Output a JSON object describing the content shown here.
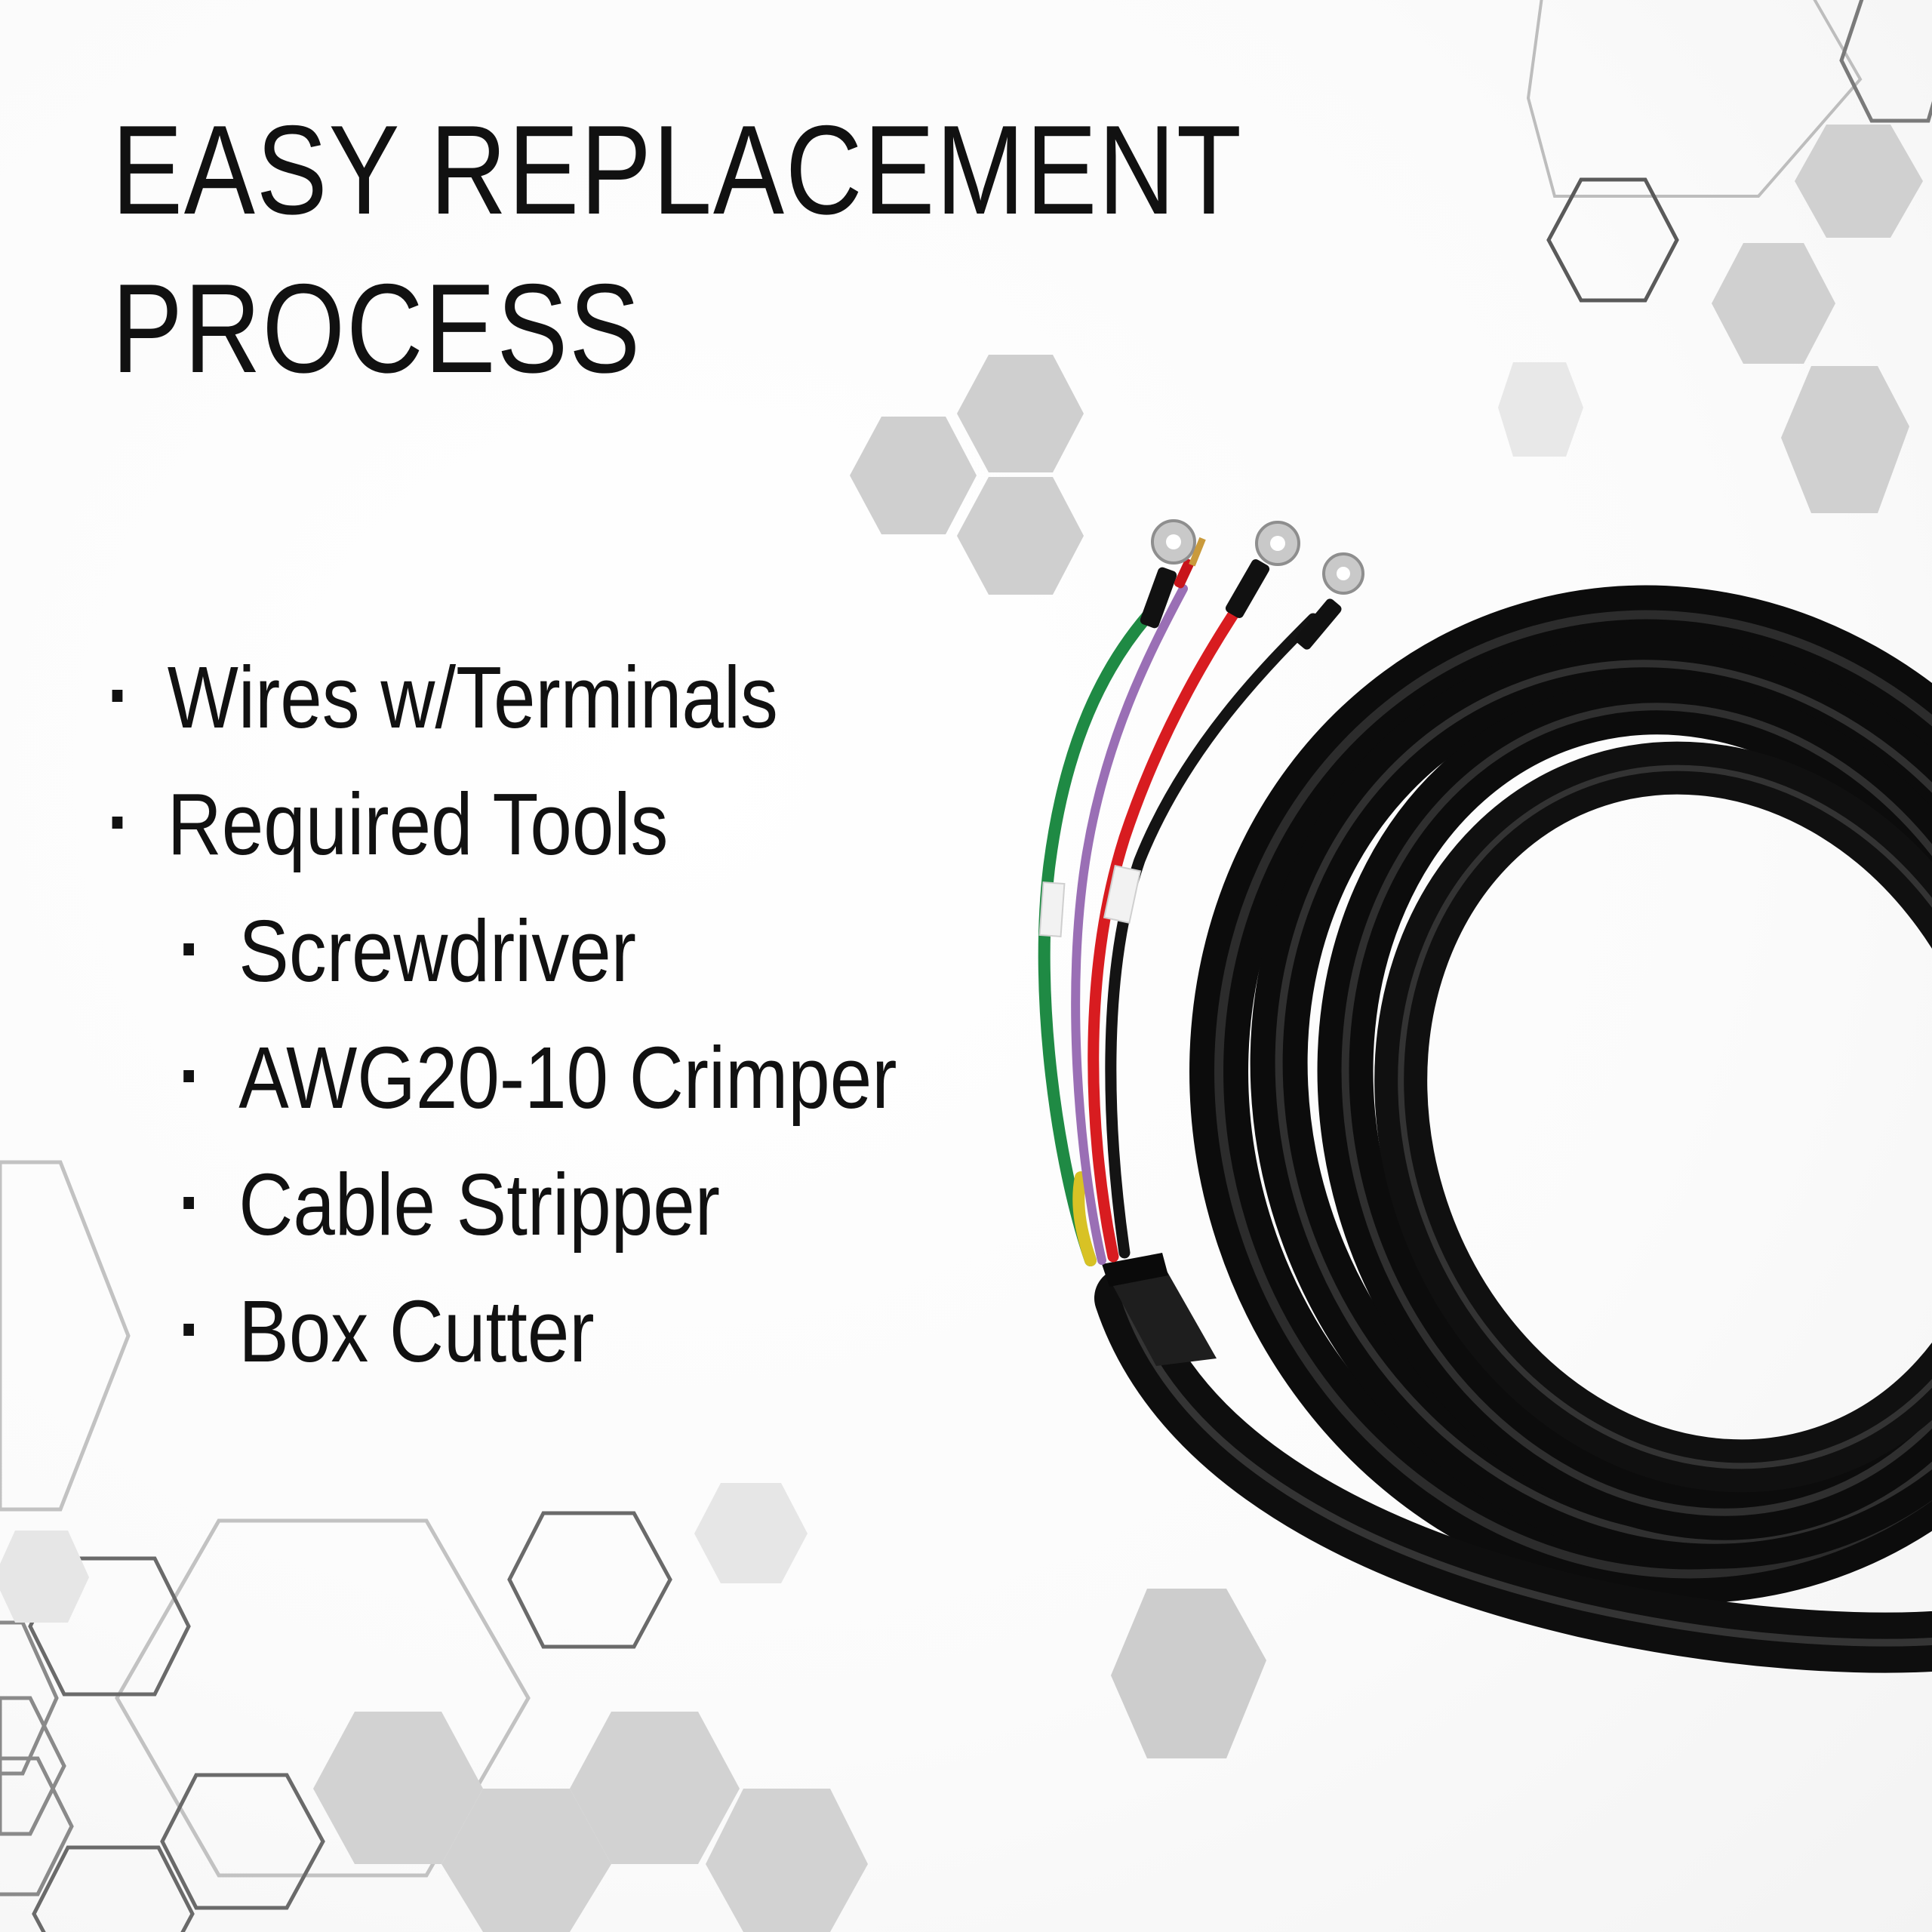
{
  "title": {
    "line1": "EASY REPLACEMENT",
    "line2": "PROCESS"
  },
  "bullets": [
    {
      "text": "Wires w/Terminals",
      "level": 1
    },
    {
      "text": "Required Tools",
      "level": 1
    },
    {
      "text": "Screwdriver",
      "level": 2
    },
    {
      "text": "AWG20-10 Crimper",
      "level": 2
    },
    {
      "text": "Cable Stripper",
      "level": 2
    },
    {
      "text": "Box Cutter",
      "level": 2
    }
  ],
  "colors": {
    "text": "#111111",
    "hex_fill": "#c9c9c9",
    "hex_outline": "#6e6e6e",
    "cable": "#1a1a1a",
    "wire_green": "#1f8a44",
    "wire_purple": "#9a6fb5",
    "wire_red": "#d81c20",
    "wire_black": "#141414"
  }
}
